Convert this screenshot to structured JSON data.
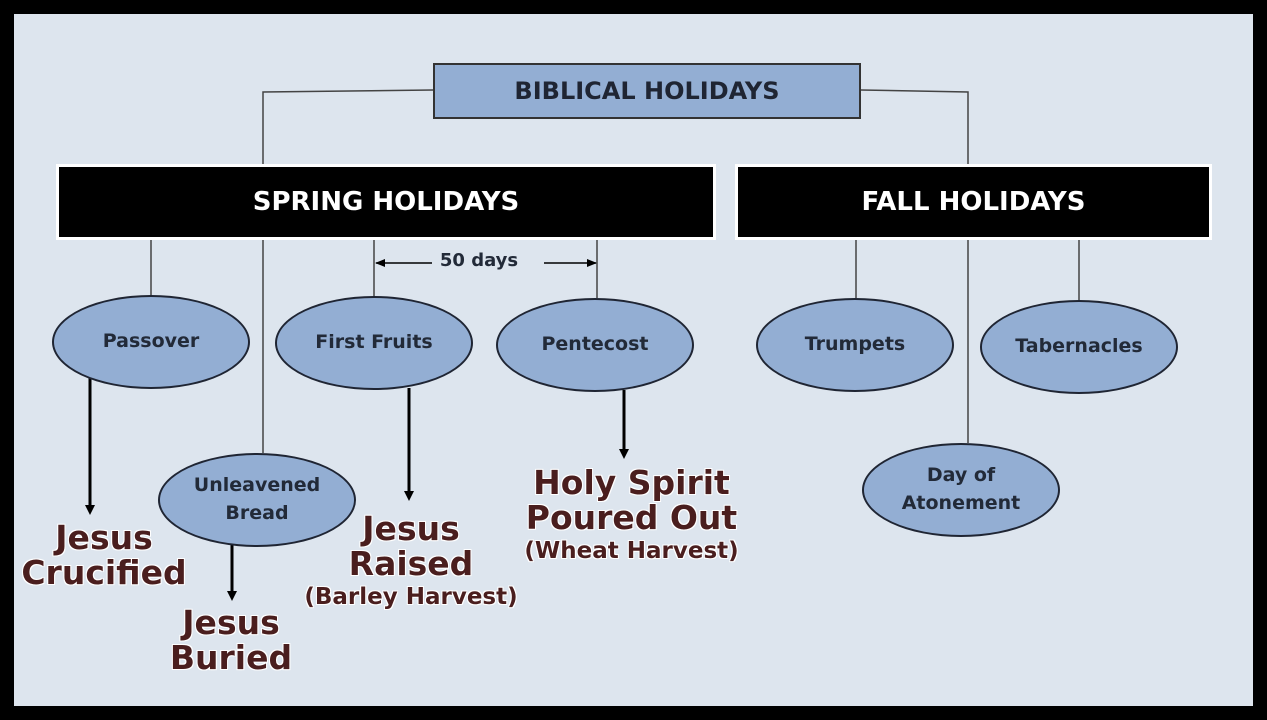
{
  "title": "BIBLICAL HOLIDAYS",
  "spring": {
    "label": "SPRING HOLIDAYS",
    "interval_label": "50 days",
    "holidays": [
      {
        "name": "Passover",
        "note": "Jesus Crucified"
      },
      {
        "name": "Unleavened Bread",
        "line1": "Unleavened",
        "line2": "Bread",
        "note": "Jesus Buried"
      },
      {
        "name": "First Fruits",
        "note": "Jesus Raised",
        "harvest": "(Barley Harvest)"
      },
      {
        "name": "Pentecost",
        "note": "Holy Spirit Poured Out",
        "harvest": "(Wheat Harvest)"
      }
    ]
  },
  "fall": {
    "label": "FALL HOLIDAYS",
    "holidays": [
      {
        "name": "Trumpets"
      },
      {
        "name": "Day of Atonement",
        "line1": "Day of",
        "line2": "Atonement"
      },
      {
        "name": "Tabernacles"
      }
    ]
  },
  "notes": {
    "passover_line1": "Jesus",
    "passover_line2": "Crucified",
    "unleavened_line1": "Jesus",
    "unleavened_line2": "Buried",
    "firstfruits_line1": "Jesus",
    "firstfruits_line2": "Raised",
    "pentecost_line1": "Holy Spirit",
    "pentecost_line2": "Poured Out"
  },
  "colors": {
    "node_fill": "#93aed3",
    "season_fill": "#000000",
    "background": "#dde5ee",
    "note_text": "#4a1e1e"
  }
}
